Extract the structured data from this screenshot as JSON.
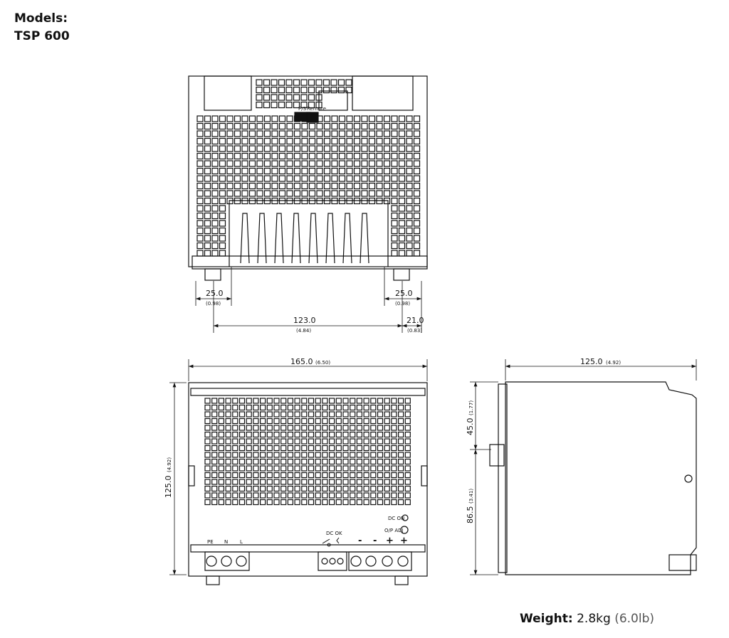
{
  "header": {
    "models_label": "Models:",
    "model_name": "TSP 600"
  },
  "top_view": {
    "connector_labels": {
      "ps": "P/S",
      "remote": "Remote"
    },
    "dims": {
      "left_foot": {
        "mm": "25.0",
        "in": "(0.98)"
      },
      "right_foot": {
        "mm": "25.0",
        "in": "(0.98)"
      },
      "foot_span": {
        "mm": "123.0",
        "in": "(4.84)"
      },
      "right_offset": {
        "mm": "21.0",
        "in": "(0.83)"
      }
    }
  },
  "front_view": {
    "width": {
      "mm": "165.0",
      "in": "(6.50)"
    },
    "height": {
      "mm": "125.0",
      "in": "(4.92)"
    },
    "labels": {
      "dc_on": "DC ON",
      "op_adj": "O/P ADJ",
      "dc_ok": "DC OK",
      "pe": "PE",
      "n": "N",
      "l": "L",
      "minus1": "-",
      "minus2": "-",
      "plus1": "+",
      "plus2": "+"
    }
  },
  "side_view": {
    "depth": {
      "mm": "125.0",
      "in": "(4.92)"
    },
    "upper": {
      "mm": "45.0",
      "in": "(1.77)"
    },
    "lower": {
      "mm": "86.5",
      "in": "(3.41)"
    }
  },
  "weight": {
    "label": "Weight:",
    "value": "2.8kg",
    "imperial": "(6.0lb)"
  }
}
